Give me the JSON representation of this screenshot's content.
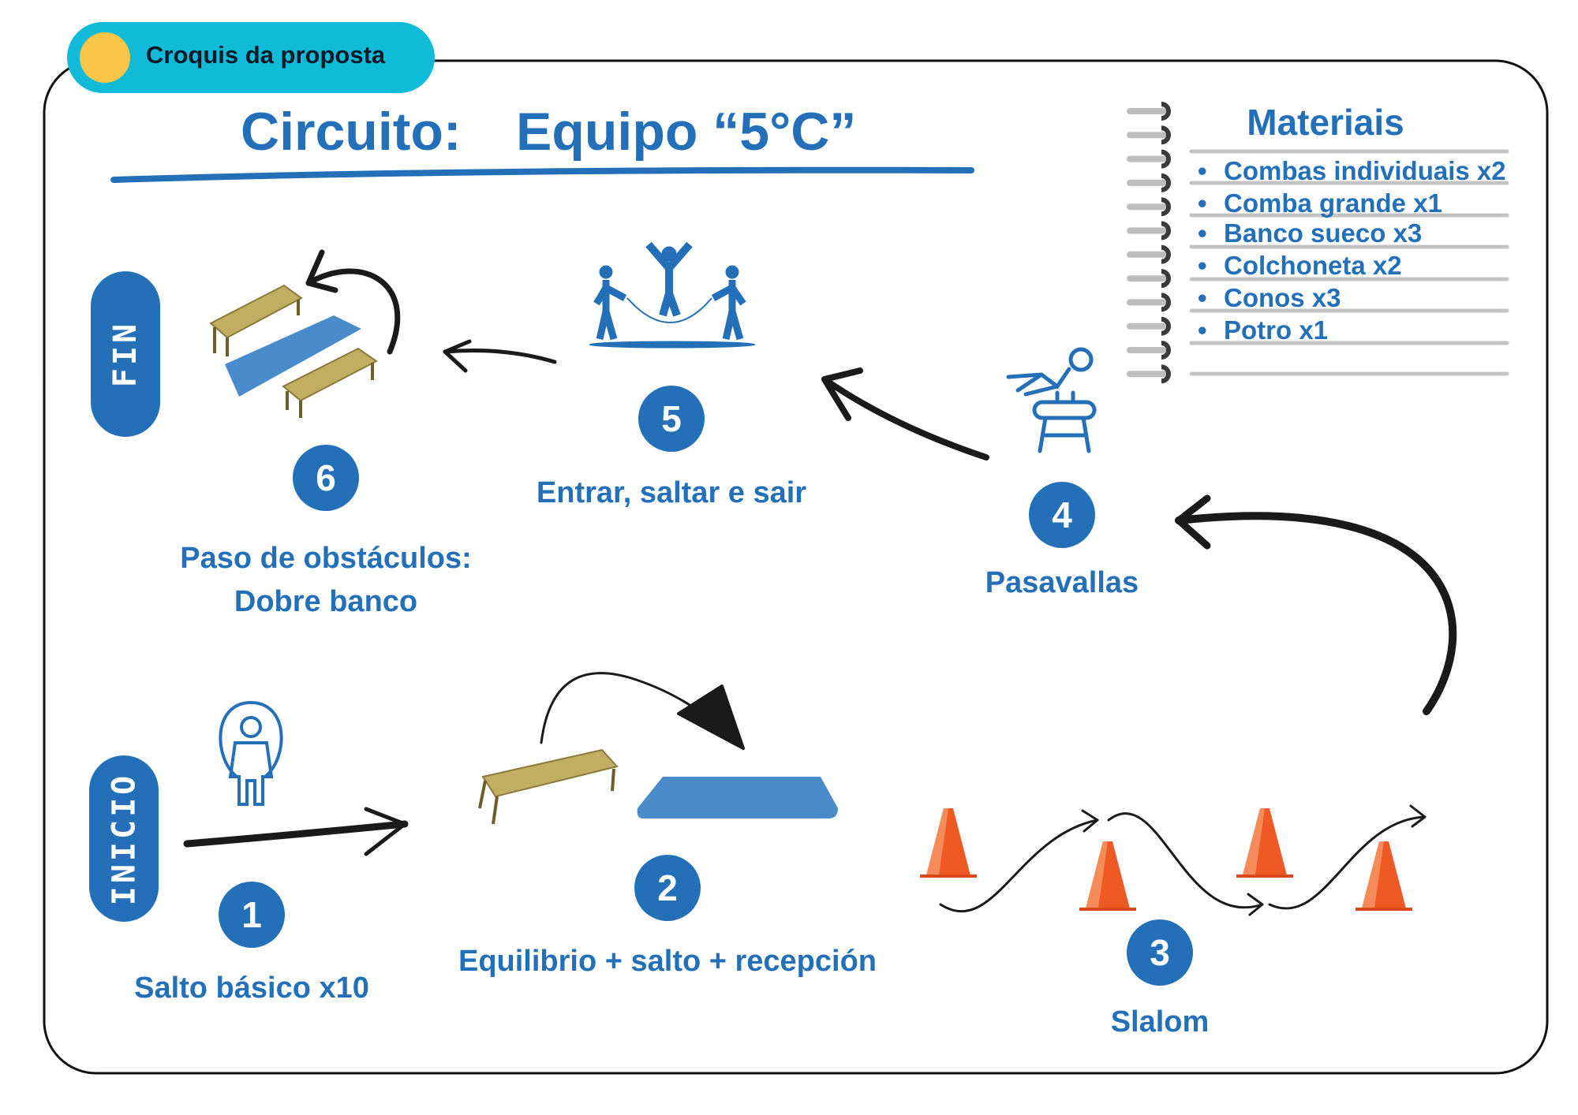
{
  "tag": {
    "label": "Croquis da proposta"
  },
  "title": {
    "prefix": "Circuito:",
    "team": "Equipo “5°C”"
  },
  "materials": {
    "title": "Materiais",
    "items": [
      "Combas individuais x2",
      "Comba grande x1",
      "Banco sueco x3",
      "Colchoneta x2",
      "Conos x3",
      "Potro x1"
    ]
  },
  "markers": {
    "start": "INICIO",
    "end": "FIN"
  },
  "stations": [
    {
      "number": "1",
      "label": "Salto básico x10"
    },
    {
      "number": "2",
      "label": "Equilibrio + salto + recepción"
    },
    {
      "number": "3",
      "label": "Slalom"
    },
    {
      "number": "4",
      "label": "Pasavallas"
    },
    {
      "number": "5",
      "label": "Entrar, saltar e sair"
    },
    {
      "number": "6",
      "label": "Paso de obstáculos:",
      "label2": "Dobre banco"
    }
  ],
  "colors": {
    "primary": "#2470B8",
    "tag": "#0FBBD8",
    "dot": "#F9C647",
    "cone": "#EF5A24",
    "bench": "#C2AE62",
    "mat": "#4A8BCB"
  }
}
